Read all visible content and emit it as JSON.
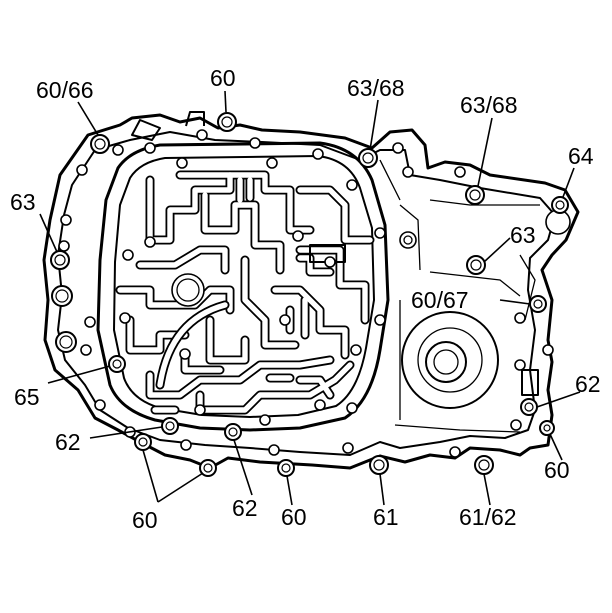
{
  "callouts": {
    "c60_66": "60/66",
    "c60_top": "60",
    "c63_68_a": "63/68",
    "c63_68_b": "63/68",
    "c64": "64",
    "c63_left": "63",
    "c63_mid": "63",
    "c60_67": "60/67",
    "c65": "65",
    "c62_right": "62",
    "c62_left": "62",
    "c60_right": "60",
    "c60_bl": "60",
    "c62_bottom": "62",
    "c60_bottom": "60",
    "c61": "61",
    "c61_62": "61/62"
  }
}
